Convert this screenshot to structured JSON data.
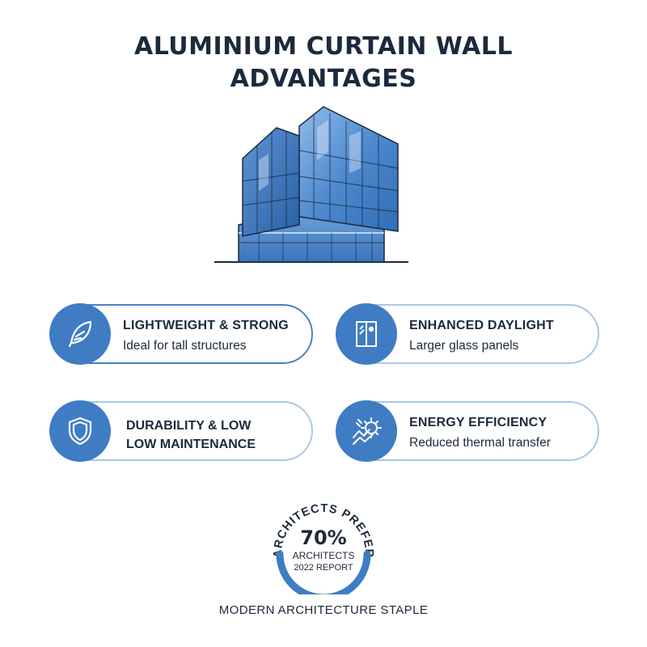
{
  "header": {
    "title_line1": "ALUMINIUM CURTAIN WALL",
    "title_line2": "ADVANTAGES"
  },
  "cards": [
    {
      "title": "LIGHTWEIGHT & STRONG",
      "subtitle": "Ideal for tall structures",
      "icon": "feather-icon"
    },
    {
      "title": "ENHANCED DAYLIGHT",
      "subtitle": "Larger glass panels",
      "icon": "window-icon"
    },
    {
      "title_line1": "DURABILITY & LOW",
      "title_line2": "LOW MAINTENANCE",
      "icon": "shield-icon"
    },
    {
      "title": "ENERGY EFFICIENCY",
      "subtitle": "Reduced thermal transfer",
      "icon": "energy-gear-icon"
    }
  ],
  "badge": {
    "arc_text": "ARCHITECTS PREFER",
    "percent": "70%",
    "label": "ARCHITECTS",
    "source": "2022 REPORT"
  },
  "footer": {
    "tagline": "MODERN ARCHITECTURE STAPLE"
  },
  "colors": {
    "accent": "#3f7cc4",
    "text": "#1b2a3c",
    "card_border": "#a8c8e6",
    "glass": "#5b93d3"
  }
}
